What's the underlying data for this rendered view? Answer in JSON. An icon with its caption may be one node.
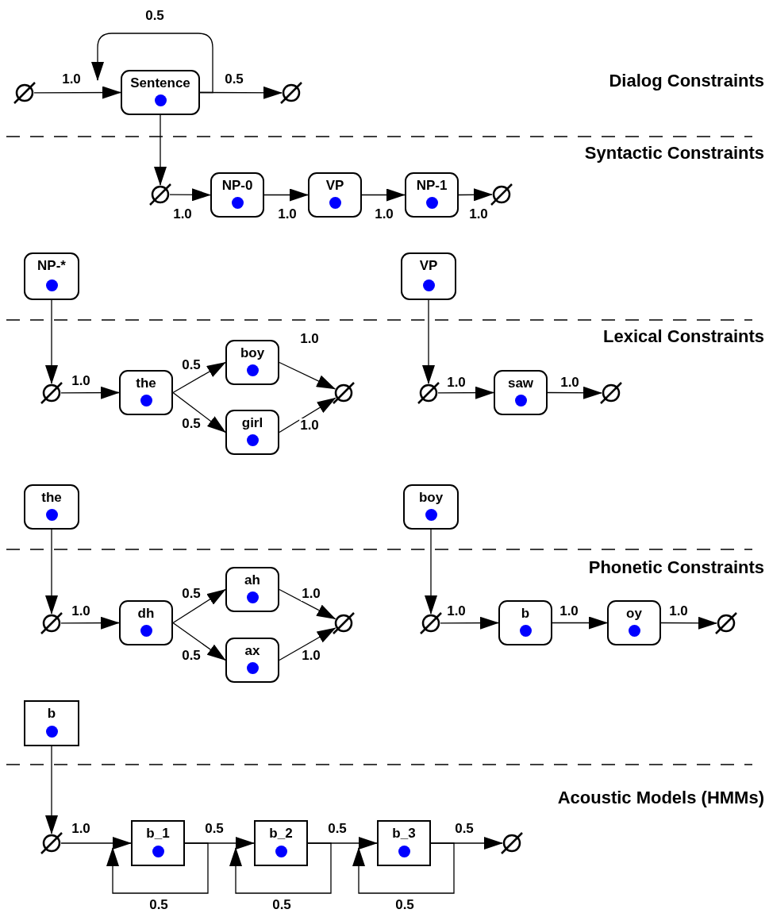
{
  "diagram": {
    "nodes": [
      {
        "text": [
          "Sentence"
        ]
      },
      {
        "text": [],
        "shape": "circle"
      },
      {
        "text": [],
        "shape": "circle"
      },
      {
        "text": [],
        "shape": "circle"
      },
      {
        "text": [
          "NP-0"
        ]
      },
      {
        "text": [
          "VP"
        ]
      },
      {
        "text": [
          "NP-1"
        ]
      },
      {
        "text": [],
        "shape": "circle"
      },
      {
        "text": [
          "NP-*"
        ]
      },
      {
        "text": [
          "VP"
        ]
      },
      {
        "text": [],
        "shape": "circle"
      },
      {
        "text": [
          "the"
        ]
      },
      {
        "text": [
          "boy"
        ]
      },
      {
        "text": [
          "girl"
        ]
      },
      {
        "text": [],
        "shape": "circle"
      },
      {
        "text": [],
        "shape": "circle"
      },
      {
        "text": [
          "saw"
        ]
      },
      {
        "text": [],
        "shape": "circle"
      },
      {
        "text": [
          "the"
        ]
      },
      {
        "text": [
          "boy"
        ]
      },
      {
        "text": [],
        "shape": "circle"
      },
      {
        "text": [
          "dh"
        ]
      },
      {
        "text": [
          "ah"
        ]
      },
      {
        "text": [
          "ax"
        ]
      },
      {
        "text": [],
        "shape": "circle"
      },
      {
        "text": [],
        "shape": "circle"
      },
      {
        "text": [
          "b"
        ]
      },
      {
        "text": [
          "oy"
        ]
      },
      {
        "text": [],
        "shape": "circle"
      },
      {
        "text": [
          "b"
        ]
      },
      {
        "text": [],
        "shape": "circle"
      },
      {
        "text": [
          "b_1"
        ]
      },
      {
        "text": [
          "b_2"
        ]
      },
      {
        "text": [
          "b_3"
        ]
      },
      {
        "text": [],
        "shape": "circle"
      }
    ],
    "edges": [
      {
        "from": 1,
        "to": 0,
        "arrow": "to",
        "label": "1.0"
      },
      {
        "from": 0,
        "to": 0,
        "arrow": "to",
        "label": "0.5"
      },
      {
        "from": 0,
        "to": 2,
        "arrow": "to",
        "label": "0.5"
      },
      {
        "from": 0,
        "to": 3,
        "arrow": "to"
      },
      {
        "from": 3,
        "to": 4,
        "arrow": "to",
        "label": "1.0"
      },
      {
        "from": 4,
        "to": 5,
        "arrow": "to",
        "label": "1.0"
      },
      {
        "from": 5,
        "to": 6,
        "arrow": "to",
        "label": "1.0"
      },
      {
        "from": 6,
        "to": 7,
        "arrow": "to",
        "label": "1.0"
      },
      {
        "from": 8,
        "to": 10,
        "arrow": "to"
      },
      {
        "from": 10,
        "to": 11,
        "arrow": "to",
        "label": "1.0"
      },
      {
        "from": 11,
        "to": 12,
        "arrow": "to",
        "label": "0.5"
      },
      {
        "from": 11,
        "to": 13,
        "arrow": "to",
        "label": "0.5"
      },
      {
        "from": 12,
        "to": 14,
        "arrow": "to",
        "label": "1.0"
      },
      {
        "from": 13,
        "to": 14,
        "arrow": "to",
        "label": "1.0"
      },
      {
        "from": 9,
        "to": 15,
        "arrow": "to"
      },
      {
        "from": 15,
        "to": 16,
        "arrow": "to",
        "label": "1.0"
      },
      {
        "from": 16,
        "to": 17,
        "arrow": "to",
        "label": "1.0"
      },
      {
        "from": 18,
        "to": 20,
        "arrow": "to"
      },
      {
        "from": 20,
        "to": 21,
        "arrow": "to",
        "label": "1.0"
      },
      {
        "from": 21,
        "to": 22,
        "arrow": "to",
        "label": "0.5"
      },
      {
        "from": 21,
        "to": 23,
        "arrow": "to",
        "label": "0.5"
      },
      {
        "from": 22,
        "to": 24,
        "arrow": "to",
        "label": "1.0"
      },
      {
        "from": 23,
        "to": 24,
        "arrow": "to",
        "label": "1.0"
      },
      {
        "from": 19,
        "to": 25,
        "arrow": "to"
      },
      {
        "from": 25,
        "to": 26,
        "arrow": "to",
        "label": "1.0"
      },
      {
        "from": 26,
        "to": 27,
        "arrow": "to",
        "label": "1.0"
      },
      {
        "from": 27,
        "to": 28,
        "arrow": "to",
        "label": "1.0"
      },
      {
        "from": 29,
        "to": 30,
        "arrow": "to"
      },
      {
        "from": 30,
        "to": 31,
        "arrow": "to",
        "label": "1.0"
      },
      {
        "from": 31,
        "to": 31,
        "arrow": "to",
        "label": "0.5"
      },
      {
        "from": 31,
        "to": 32,
        "arrow": "to",
        "label": "0.5"
      },
      {
        "from": 32,
        "to": 32,
        "arrow": "to",
        "label": "0.5"
      },
      {
        "from": 32,
        "to": 33,
        "arrow": "to",
        "label": "0.5"
      },
      {
        "from": 33,
        "to": 33,
        "arrow": "to",
        "label": "0.5"
      },
      {
        "from": 33,
        "to": 34,
        "arrow": "to",
        "label": "0.5"
      }
    ],
    "labels": [
      "Dialog Constraints",
      "Syntactic Constraints",
      "Lexical Constraints",
      "Phonetic Constraints",
      "Acoustic Models (HMMs)"
    ]
  }
}
